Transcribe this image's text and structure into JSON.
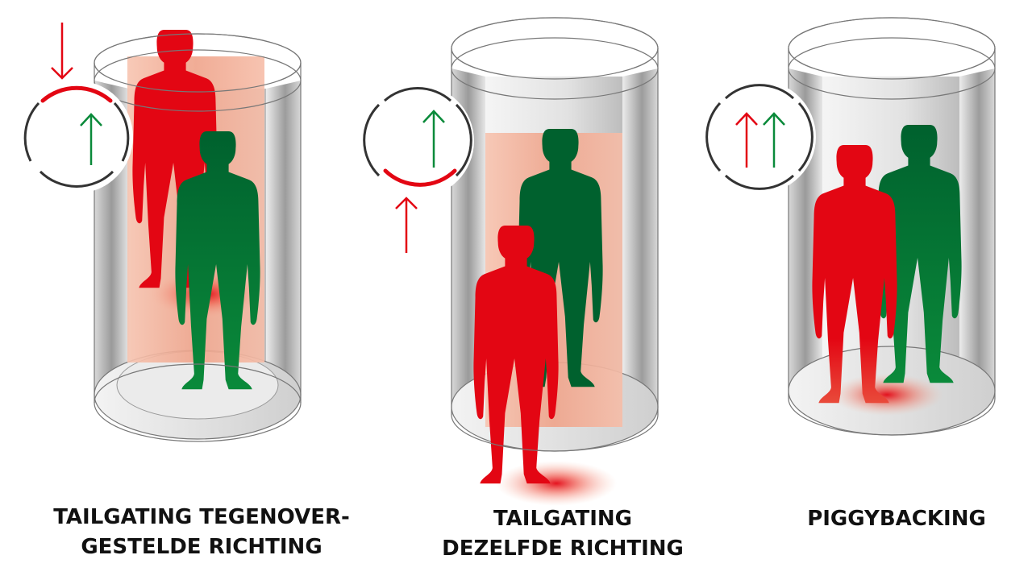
{
  "colors": {
    "intruder_red": "#e30613",
    "authorized_green": "#00612e",
    "green_light": "#0a8a3a",
    "caption_text": "#111111",
    "glass_gray": "#b8b8b8",
    "detection_zone": "#f4a58a",
    "ring_dark": "#333333"
  },
  "panels": [
    {
      "id": "tailgating-opposite",
      "caption_line1": "TAILGATING TEGENOVER-",
      "caption_line2": "GESTELDE RICHTING",
      "icon": "opposite-direction-arrows",
      "arrows": [
        {
          "color": "red",
          "direction": "down",
          "position": "outside-top"
        },
        {
          "color": "green",
          "direction": "up",
          "position": "inside"
        }
      ],
      "highlighted_arc": "top"
    },
    {
      "id": "tailgating-same",
      "caption_line1": "TAILGATING",
      "caption_line2": "DEZELFDE RICHTING",
      "icon": "same-direction-arrows",
      "arrows": [
        {
          "color": "green",
          "direction": "up",
          "position": "inside"
        },
        {
          "color": "red",
          "direction": "up",
          "position": "outside-bottom"
        }
      ],
      "highlighted_arc": "bottom"
    },
    {
      "id": "piggybacking",
      "caption_line1": "PIGGYBACKING",
      "caption_line2": "",
      "icon": "parallel-arrows",
      "arrows": [
        {
          "color": "red",
          "direction": "up",
          "position": "inside"
        },
        {
          "color": "green",
          "direction": "up",
          "position": "inside"
        }
      ],
      "highlighted_arc": "none"
    }
  ]
}
